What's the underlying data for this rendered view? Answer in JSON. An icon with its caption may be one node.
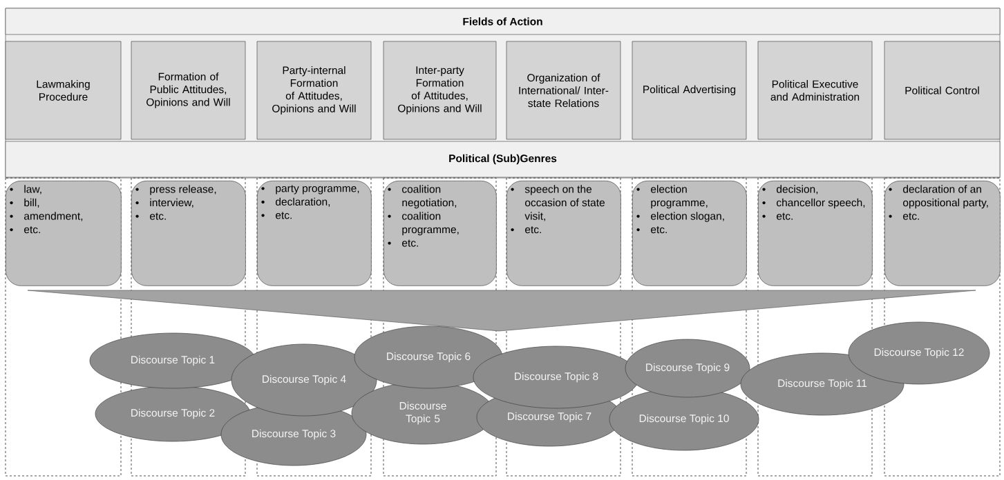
{
  "diagram": {
    "nodes": [
      {
        "text": [
          "Fields of Action"
        ]
      },
      {
        "text": [
          "Lawmaking Procedure"
        ]
      },
      {
        "text": [
          "Formation of Public Attitudes, Opinions and Will"
        ]
      },
      {
        "text": [
          "Party-internal Formation of Attitudes, Opinions and Will"
        ]
      },
      {
        "text": [
          "Inter-party Formation of Attitudes, Opinions and Will"
        ]
      },
      {
        "text": [
          "Organization of International/ Inter-state Relations"
        ]
      },
      {
        "text": [
          "Political Advertising"
        ]
      },
      {
        "text": [
          "Political Executive and Administration"
        ]
      },
      {
        "text": [
          "Political Control"
        ]
      },
      {
        "text": [
          "Political (Sub)Genres"
        ]
      },
      {
        "text": [
          "law,",
          "bill,",
          "amendment,",
          "etc."
        ]
      },
      {
        "text": [
          "press release,",
          "interview,",
          "etc."
        ]
      },
      {
        "text": [
          "party programme,",
          "declaration,",
          "etc."
        ]
      },
      {
        "text": [
          "coalition negotiation,",
          "coalition programme,",
          "etc."
        ]
      },
      {
        "text": [
          "speech on the occasion of state visit,",
          "etc."
        ]
      },
      {
        "text": [
          "election programme,",
          "election slogan,",
          "etc."
        ]
      },
      {
        "text": [
          "decision,",
          "chancellor speech,",
          "etc."
        ]
      },
      {
        "text": [
          "declaration of an oppositional party,",
          "etc."
        ]
      },
      {
        "text": [],
        "shape": "triangle"
      },
      {
        "text": [
          "Discourse Topic 1"
        ]
      },
      {
        "text": [
          "Discourse Topic 2"
        ]
      },
      {
        "text": [
          "Discourse Topic 3"
        ]
      },
      {
        "text": [
          "Discourse Topic 4"
        ]
      },
      {
        "text": [
          "Discourse Topic 5"
        ]
      },
      {
        "text": [
          "Discourse Topic 6"
        ]
      },
      {
        "text": [
          "Discourse Topic 7"
        ]
      },
      {
        "text": [
          "Discourse Topic 8"
        ]
      },
      {
        "text": [
          "Discourse Topic 9"
        ]
      },
      {
        "text": [
          "Discourse Topic 10"
        ]
      },
      {
        "text": [
          "Discourse Topic 11"
        ]
      },
      {
        "text": [
          "Discourse Topic 12"
        ]
      }
    ]
  }
}
